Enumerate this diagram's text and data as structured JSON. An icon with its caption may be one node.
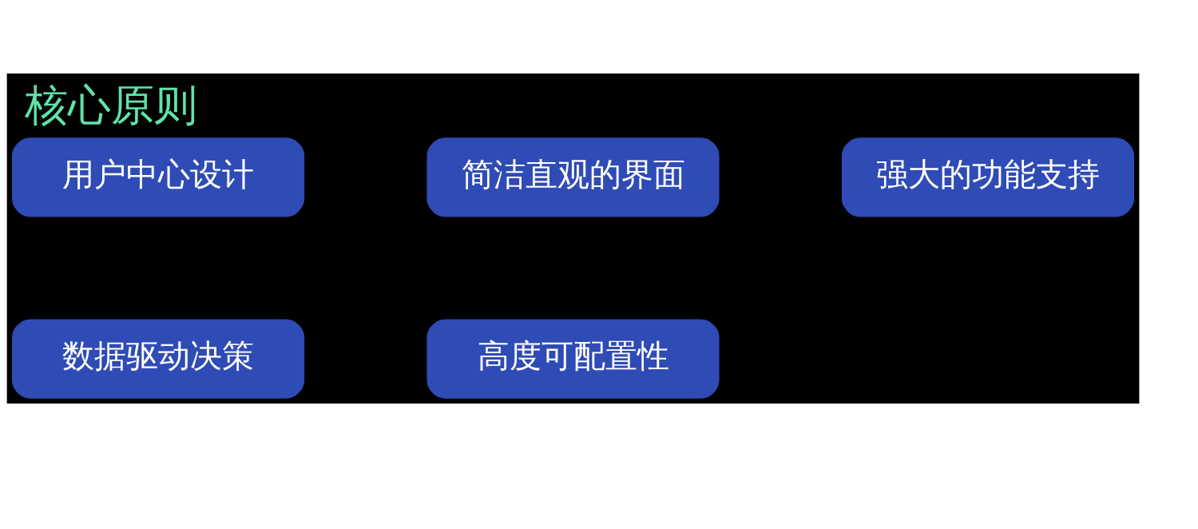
{
  "diagram": {
    "title": "核心原则",
    "nodes": [
      {
        "text": [
          "用户中心设计"
        ]
      },
      {
        "text": [
          "简洁直观的界面"
        ]
      },
      {
        "text": [
          "强大的功能支持"
        ]
      },
      {
        "text": [
          "数据驱动决策"
        ]
      },
      {
        "text": [
          "高度可配置性"
        ]
      }
    ],
    "edges": []
  }
}
